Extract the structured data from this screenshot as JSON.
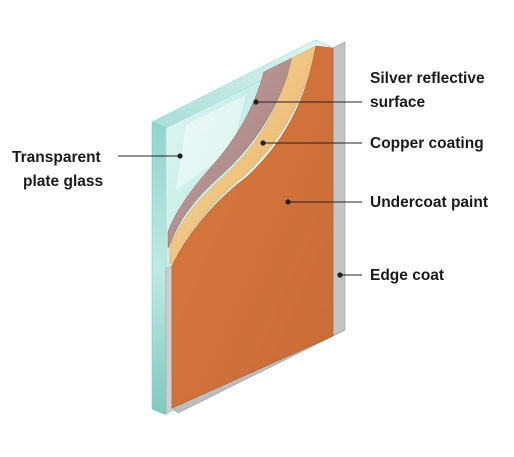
{
  "diagram": {
    "labels": {
      "transparent_glass": [
        "Transparent",
        "plate glass"
      ],
      "silver_surface": [
        "Silver reflective",
        "surface"
      ],
      "copper_coating": "Copper coating",
      "undercoat_paint": "Undercoat paint",
      "edge_coat": "Edge coat"
    },
    "colors": {
      "glass": "#bfe9e4",
      "glass_edge": "#7fcfc6",
      "silver": "#b48d8c",
      "copper": "#f2cc8a",
      "undercoat": "#d1733d",
      "edge_coat": "#b5b5b5"
    }
  }
}
